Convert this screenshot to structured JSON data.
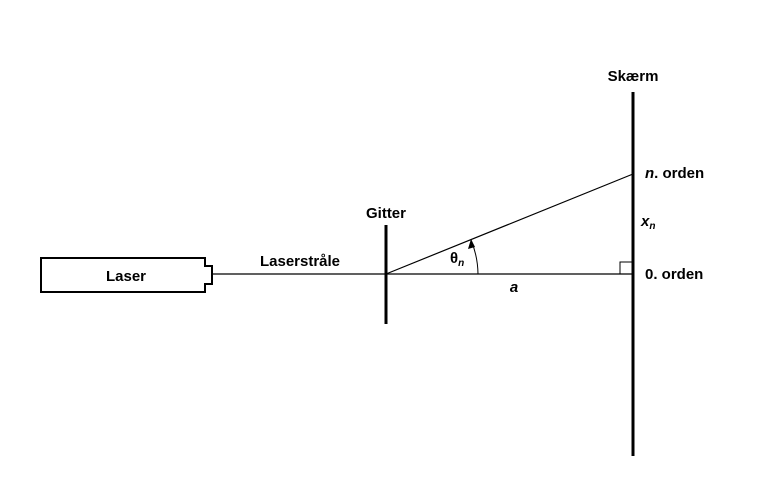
{
  "labels": {
    "laser": "Laser",
    "beam": "Laserstråle",
    "grating": "Gitter",
    "screen": "Skærm",
    "nth_order_n": "n",
    "nth_order_rest": ". orden",
    "zeroth_order": "0. orden",
    "distance": "a",
    "offset_var": "x",
    "offset_sub": "n",
    "angle_var": "θ",
    "angle_sub": "n"
  },
  "colors": {
    "ink": "#000000",
    "background": "#ffffff"
  }
}
